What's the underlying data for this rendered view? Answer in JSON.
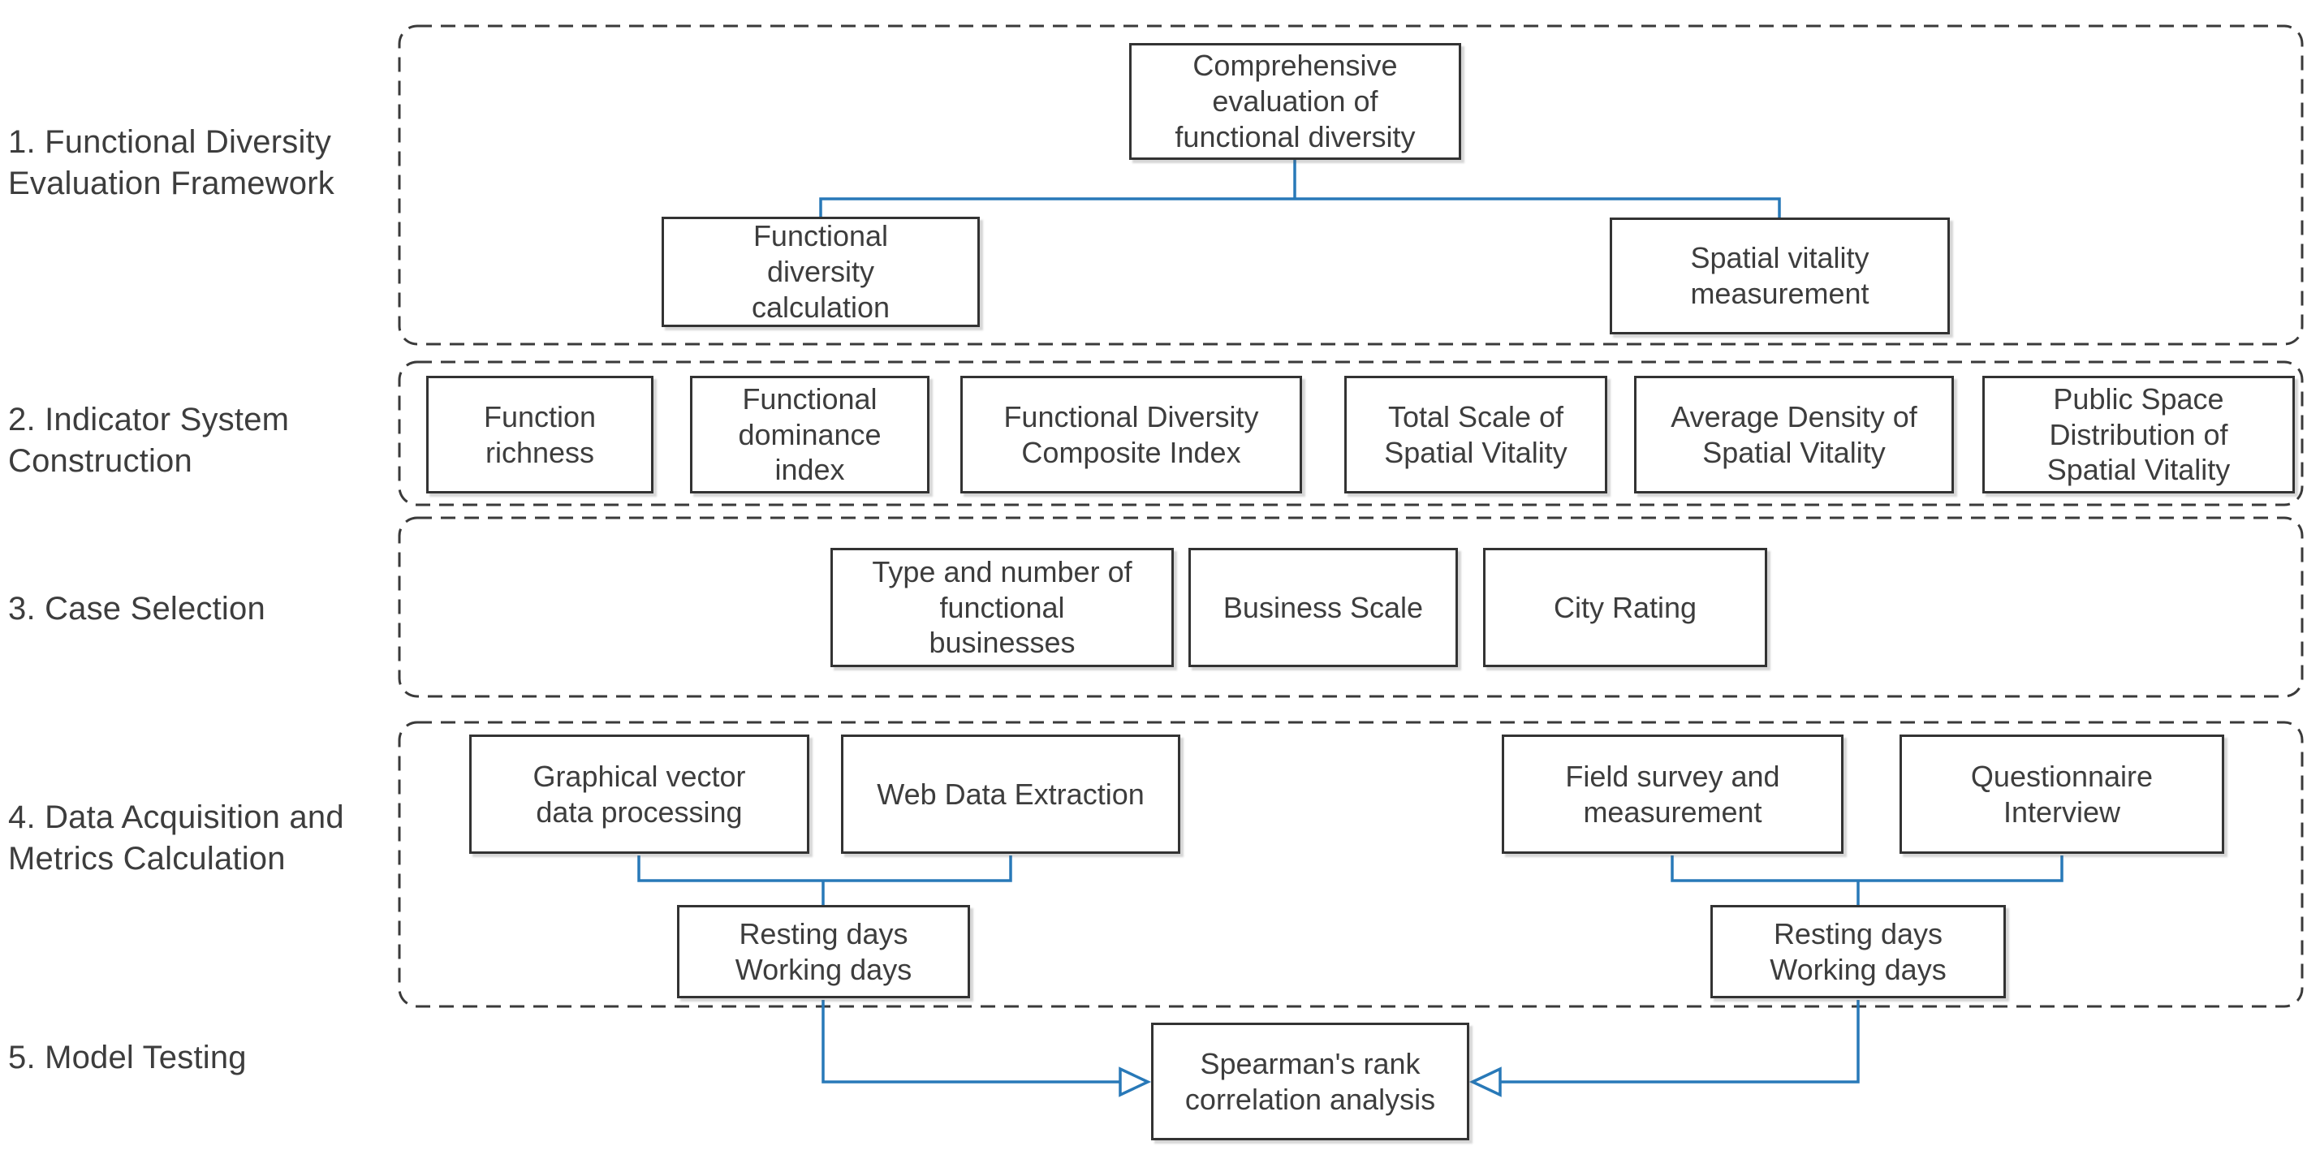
{
  "colors": {
    "connector_blue": "#2879b8",
    "box_border": "#333333",
    "dashed_border": "#3a3a3a",
    "text": "#3d3d3d",
    "background": "#ffffff"
  },
  "section_labels": [
    "1. Functional Diversity\nEvaluation Framework",
    "2. Indicator System\nConstruction",
    "3. Case Selection",
    "4. Data Acquisition and\nMetrics Calculation",
    "5. Model Testing"
  ],
  "framework": {
    "root": "Comprehensive\nevaluation of\nfunctional diversity",
    "children": [
      "Functional\ndiversity\ncalculation",
      "Spatial vitality\nmeasurement"
    ]
  },
  "indicators": [
    "Function\nrichness",
    "Functional\ndominance\nindex",
    "Functional Diversity\nComposite Index",
    "Total Scale of\nSpatial Vitality",
    "Average Density of\nSpatial Vitality",
    "Public Space\nDistribution of\nSpatial Vitality"
  ],
  "case_selection": [
    "Type and number of\nfunctional\nbusinesses",
    "Business Scale",
    "City Rating"
  ],
  "data_acquisition": {
    "left_methods": [
      "Graphical vector\ndata processing",
      "Web Data Extraction"
    ],
    "right_methods": [
      "Field survey and\nmeasurement",
      "Questionnaire\nInterview"
    ],
    "left_days": "Resting days\nWorking days",
    "right_days": "Resting days\nWorking days"
  },
  "model_testing": {
    "analysis": "Spearman's rank\ncorrelation analysis"
  }
}
